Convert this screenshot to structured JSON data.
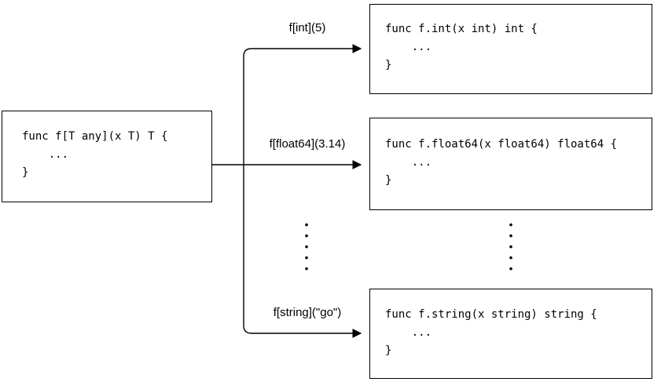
{
  "diagram": {
    "generic_box": {
      "code": "func f[T any](x T) T {\n    ...\n}"
    },
    "instantiations": [
      {
        "label": "f[int](5)",
        "code": "func f.int(x int) int {\n    ...\n}"
      },
      {
        "label": "f[float64](3.14)",
        "code": "func f.float64(x float64) float64 {\n    ...\n}"
      },
      {
        "label": "f[string](\"go\")",
        "code": "func f.string(x string) string {\n    ...\n}"
      }
    ],
    "ellipsis": "•\n•\n•\n•\n•"
  }
}
